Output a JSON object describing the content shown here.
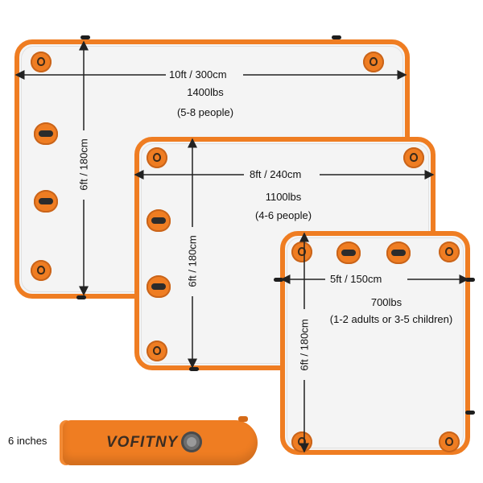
{
  "docks": [
    {
      "width": "10ft / 300cm",
      "length": "6ft / 180cm",
      "capacity": "1400lbs",
      "people": "(5-8 people)"
    },
    {
      "width": "8ft / 240cm",
      "length": "6ft / 180cm",
      "capacity": "1100lbs",
      "people": "(4-6 people)"
    },
    {
      "width": "5ft / 150cm",
      "length": "6ft / 180cm",
      "capacity": "700lbs",
      "people": "(1-2 adults or 3-5 children)"
    }
  ],
  "rolled": {
    "thickness_label": "6 inches",
    "brand": "VOFITNY"
  },
  "colors": {
    "accent": "#ef7d22",
    "deck": "#f4f4f4",
    "strap": "#2c2c2c"
  }
}
